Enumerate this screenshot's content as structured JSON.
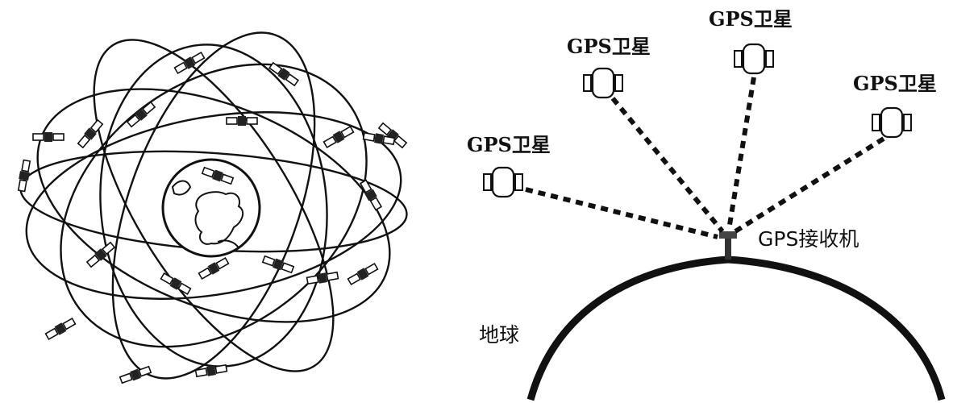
{
  "constellation": {
    "satellite_count": 21
  },
  "link_diagram": {
    "satellite_label": "GPS卫星",
    "receiver_label": "GPS接收机",
    "earth_label": "地球",
    "satellite_count": 4
  }
}
